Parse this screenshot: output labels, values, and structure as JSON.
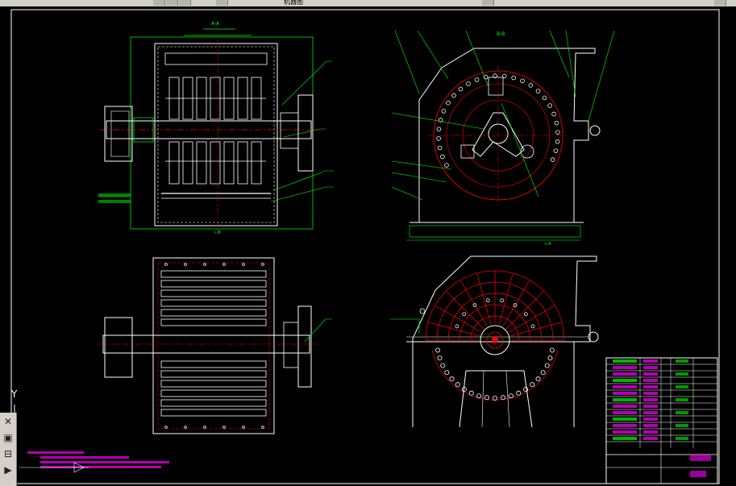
{
  "app": {
    "top_label": "机器图"
  },
  "colors": {
    "background": "#000000",
    "outline": "#ffffff",
    "dim": "#00ff00",
    "center": "#ff0000",
    "note": "#ff00ff"
  },
  "views": {
    "front": {
      "section_label": "A-A",
      "bottom_label": "L-B"
    },
    "side": {
      "section_label": "B-B",
      "bottom_label": "L-A"
    },
    "plan": {},
    "end": {}
  },
  "ucs": {
    "y_label": "Y"
  },
  "toolbar": {
    "items": [
      {
        "name": "close-icon",
        "glyph": "✕"
      },
      {
        "name": "screen-icon",
        "glyph": "▣"
      },
      {
        "name": "layout-icon",
        "glyph": "⊟"
      },
      {
        "name": "play-icon",
        "glyph": "▶"
      }
    ]
  }
}
